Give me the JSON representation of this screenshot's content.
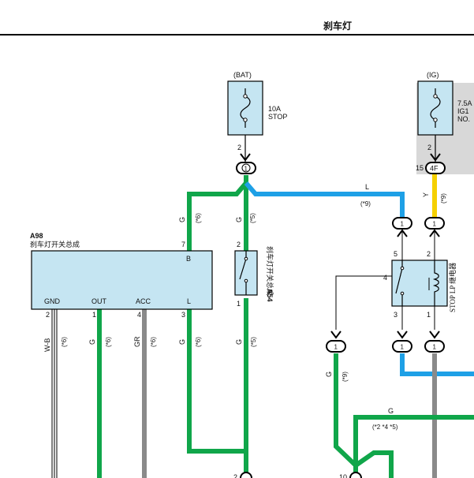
{
  "header": {
    "title": "刹车灯"
  },
  "fuses": [
    {
      "source": "(BAT)",
      "rating": "10A",
      "name": "STOP"
    },
    {
      "source": "(IG)",
      "rating": "7.5A",
      "name_line1": "IG1",
      "name_line2": "NO."
    }
  ],
  "components": {
    "a98": {
      "id": "A98",
      "name": "刹车灯开关总成",
      "pin_b": "B",
      "pins": [
        "GND",
        "OUT",
        "ACC",
        "L"
      ]
    },
    "a54": {
      "id": "A54",
      "name": "刹车灯开关总成"
    },
    "relay": {
      "name": "STOP LP 继电器"
    }
  },
  "pin_numbers": {
    "fuse1_out": "2",
    "fuse2_out": "2",
    "conn_4f_pin": "15",
    "conn_4f": "4F",
    "a98_b": "7",
    "a98_gnd": "2",
    "a98_out": "1",
    "a98_acc": "4",
    "a98_l": "3",
    "a54_top": "2",
    "a54_bottom": "1",
    "relay_5": "5",
    "relay_2": "2",
    "relay_4": "4",
    "relay_3": "3",
    "relay_1": "1",
    "bottom_left": "2",
    "bottom_right": "10"
  },
  "connector_label": "1",
  "wires": {
    "g": "G",
    "l": "L",
    "y": "Y",
    "wb": "W-B",
    "gr": "GR",
    "n6": "(*6)",
    "n5": "(*5)",
    "n9": "(*9)",
    "n245": "(*2 *4 *5)"
  },
  "colors": {
    "green": "#10a64a",
    "blue": "#1ea0e6",
    "yellow": "#f5d000",
    "gray": "#8a8a8a",
    "component_fill": "#c5e5f2",
    "shade": "#d8d8d8"
  }
}
